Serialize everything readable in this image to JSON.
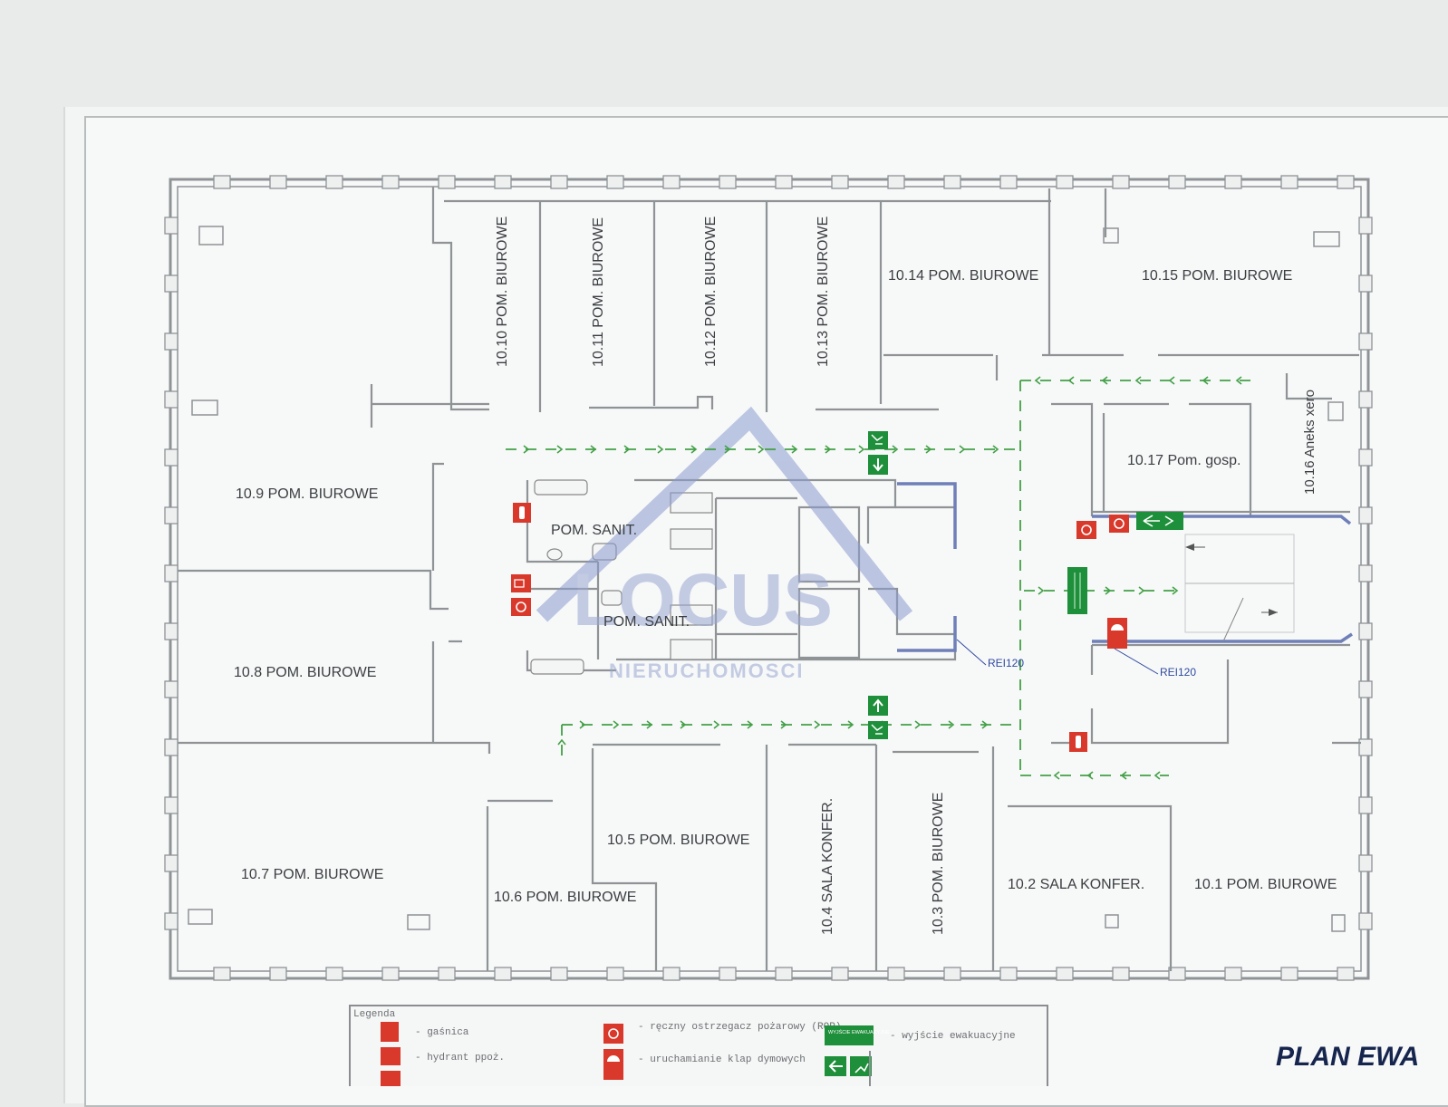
{
  "rooms": {
    "r10_1": "10.1 POM. BIUROWE",
    "r10_2": "10.2 SALA KONFER.",
    "r10_3": "10.3 POM. BIUROWE",
    "r10_4": "10.4 SALA KONFER.",
    "r10_5": "10.5 POM. BIUROWE",
    "r10_6": "10.6 POM. BIUROWE",
    "r10_7": "10.7 POM. BIUROWE",
    "r10_8": "10.8 POM. BIUROWE",
    "r10_9": "10.9 POM. BIUROWE",
    "r10_10": "10.10 POM. BIUROWE",
    "r10_11": "10.11 POM. BIUROWE",
    "r10_12": "10.12 POM. BIUROWE",
    "r10_13": "10.13 POM. BIUROWE",
    "r10_14": "10.14 POM. BIUROWE",
    "r10_15": "10.15 POM. BIUROWE",
    "r10_16": "10.16  Aneks xero",
    "r10_17": "10.17 Pom. gosp.",
    "sanit_upper": "POM. SANIT.",
    "sanit_lower": "POM. SANIT."
  },
  "fire_ratings": {
    "left": "REI120",
    "right": "REI120"
  },
  "watermark": {
    "logo": "LOCUS",
    "tagline": "NIERUCHOMOSCI"
  },
  "legend": {
    "title": "Legenda",
    "items": [
      {
        "icon": "extinguisher-icon",
        "label": "- gaśnica"
      },
      {
        "icon": "hydrant-icon",
        "label": "- hydrant ppoż."
      },
      {
        "icon": "call-point-icon",
        "label": "- ręczny ostrzegacz pożarowy (ROP)"
      },
      {
        "icon": "smoke-vent-icon",
        "label": "- uruchamianie klap dymowych"
      },
      {
        "icon": "exit-sign-icon",
        "label": "- wyjście ewakuacyjne"
      }
    ],
    "exit_sign_text": "WYJŚCIE EWAKUACYJNE"
  },
  "plan_title": "PLAN EWA",
  "colors": {
    "wall": "#9a9d9f",
    "evac_path": "#43a047",
    "fire_equipment": "#d9392b",
    "exit_sign": "#1e8f3a",
    "fire_wall": "#6f7fb8",
    "watermark": "#8b9dd0"
  }
}
